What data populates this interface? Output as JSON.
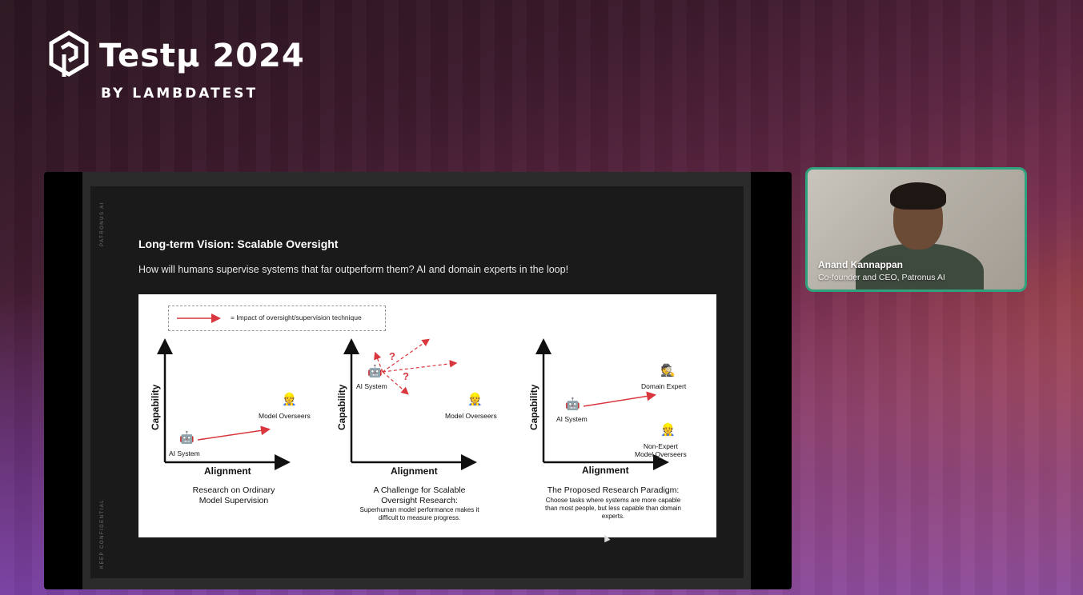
{
  "brand": {
    "title": "Testμ 2024",
    "subtitle": "BY LAMBDATEST"
  },
  "slide": {
    "side_top": "PATRONUS AI",
    "side_bottom": "KEEP CONFIDENTIAL",
    "title": "Long-term Vision: Scalable Oversight",
    "subtitle": "How will humans supervise systems that far outperform them? AI and domain experts in the loop!",
    "legend": "= Impact of oversight/supervision technique",
    "panels": [
      {
        "ylabel": "Capability",
        "xlabel": "Alignment",
        "ai_label": "AI System",
        "overseer_label": "Model Overseers",
        "caption": "Research on Ordinary\nModel Supervision"
      },
      {
        "ylabel": "Capability",
        "xlabel": "Alignment",
        "ai_label": "AI System",
        "overseer_label": "Model Overseers",
        "q1": "?",
        "q2": "?",
        "caption": "A Challenge for Scalable\nOversight Research:",
        "caption_sub": "Superhuman model performance makes it\ndifficult to measure progress."
      },
      {
        "ylabel": "Capability",
        "xlabel": "Alignment",
        "ai_label": "AI System",
        "expert_label": "Domain Expert",
        "nonexpert_label": "Non-Expert\nModel Overseers",
        "caption": "The Proposed Research Paradigm:",
        "caption_sub": "Choose tasks where systems are more capable\nthan most people, but less capable than domain\nexperts."
      }
    ]
  },
  "video": {
    "name": "Anand Kannappan",
    "role": "Co-founder and CEO, Patronus AI"
  },
  "colors": {
    "video_border": "#2fa17c",
    "arrow_red": "#d9363e"
  }
}
